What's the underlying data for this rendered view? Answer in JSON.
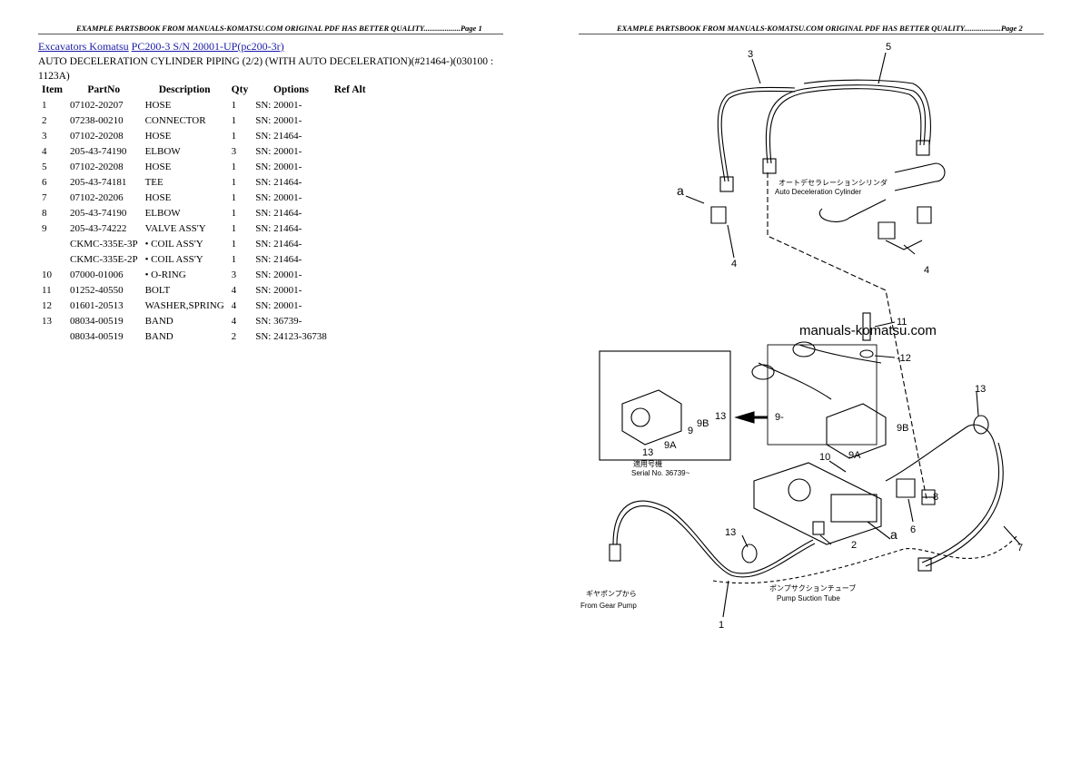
{
  "header_left": "EXAMPLE PARTSBOOK FROM MANUALS-KOMATSU.COM ORIGINAL PDF HAS BETTER QUALITY...................Page 1",
  "header_right": "EXAMPLE PARTSBOOK FROM MANUALS-KOMATSU.COM ORIGINAL PDF HAS BETTER QUALITY...................Page 2",
  "breadcrumb": {
    "link1": "Excavators Komatsu",
    "link2": "PC200-3 S/N 20001-UP(pc200-3r)"
  },
  "title": "AUTO DECELERATION CYLINDER PIPING (2/2) (WITH AUTO DECELERATION)(#21464-)(030100 : 1123A)",
  "table": {
    "headers": [
      "Item",
      "PartNo",
      "Description",
      "Qty",
      "Options",
      "Ref Alt"
    ],
    "rows": [
      [
        "1",
        "07102-20207",
        "HOSE",
        "1",
        "SN: 20001-",
        ""
      ],
      [
        "2",
        "07238-00210",
        "CONNECTOR",
        "1",
        "SN: 20001-",
        ""
      ],
      [
        "3",
        "07102-20208",
        "HOSE",
        "1",
        "SN: 21464-",
        ""
      ],
      [
        "4",
        "205-43-74190",
        "ELBOW",
        "3",
        "SN: 20001-",
        ""
      ],
      [
        "5",
        "07102-20208",
        "HOSE",
        "1",
        "SN: 20001-",
        ""
      ],
      [
        "6",
        "205-43-74181",
        "TEE",
        "1",
        "SN: 21464-",
        ""
      ],
      [
        "7",
        "07102-20206",
        "HOSE",
        "1",
        "SN: 20001-",
        ""
      ],
      [
        "8",
        "205-43-74190",
        "ELBOW",
        "1",
        "SN: 21464-",
        ""
      ],
      [
        "9",
        "205-43-74222",
        "VALVE ASS'Y",
        "1",
        "SN: 21464-",
        ""
      ],
      [
        "",
        "CKMC-335E-3P",
        "• COIL ASS'Y",
        "1",
        "SN: 21464-",
        ""
      ],
      [
        "",
        "CKMC-335E-2P",
        "• COIL ASS'Y",
        "1",
        "SN: 21464-",
        ""
      ],
      [
        "10",
        "07000-01006",
        "• O-RING",
        "3",
        "SN: 20001-",
        ""
      ],
      [
        "11",
        "01252-40550",
        "BOLT",
        "4",
        "SN: 20001-",
        ""
      ],
      [
        "12",
        "01601-20513",
        "WASHER,SPRING",
        "4",
        "SN: 20001-",
        ""
      ],
      [
        "13",
        "08034-00519",
        "BAND",
        "4",
        "SN: 36739-",
        ""
      ],
      [
        "",
        "08034-00519",
        "BAND",
        "2",
        "SN: 24123-36738",
        ""
      ]
    ]
  },
  "diagram": {
    "watermark": "manuals-komatsu.com",
    "callouts": [
      "1",
      "2",
      "3",
      "4",
      "4",
      "5",
      "6",
      "7",
      "8",
      "9",
      "9A",
      "9B",
      "10",
      "11",
      "12",
      "13",
      "13",
      "a",
      "a",
      "9",
      "9A",
      "9B",
      "13",
      "13"
    ],
    "cylinder_jp": "オートデセラレーションシリンダ",
    "cylinder_label": "Auto Deceleration Cylinder",
    "pump_tube_jp": "ポンプサクションチューブ",
    "pump_tube_label": "Pump Suction Tube",
    "gear_pump_jp": "ギヤポンプから",
    "gear_pump_label": "From Gear Pump",
    "serial_jp": "適用号機",
    "serial_label": "Serial No. 36739~"
  }
}
